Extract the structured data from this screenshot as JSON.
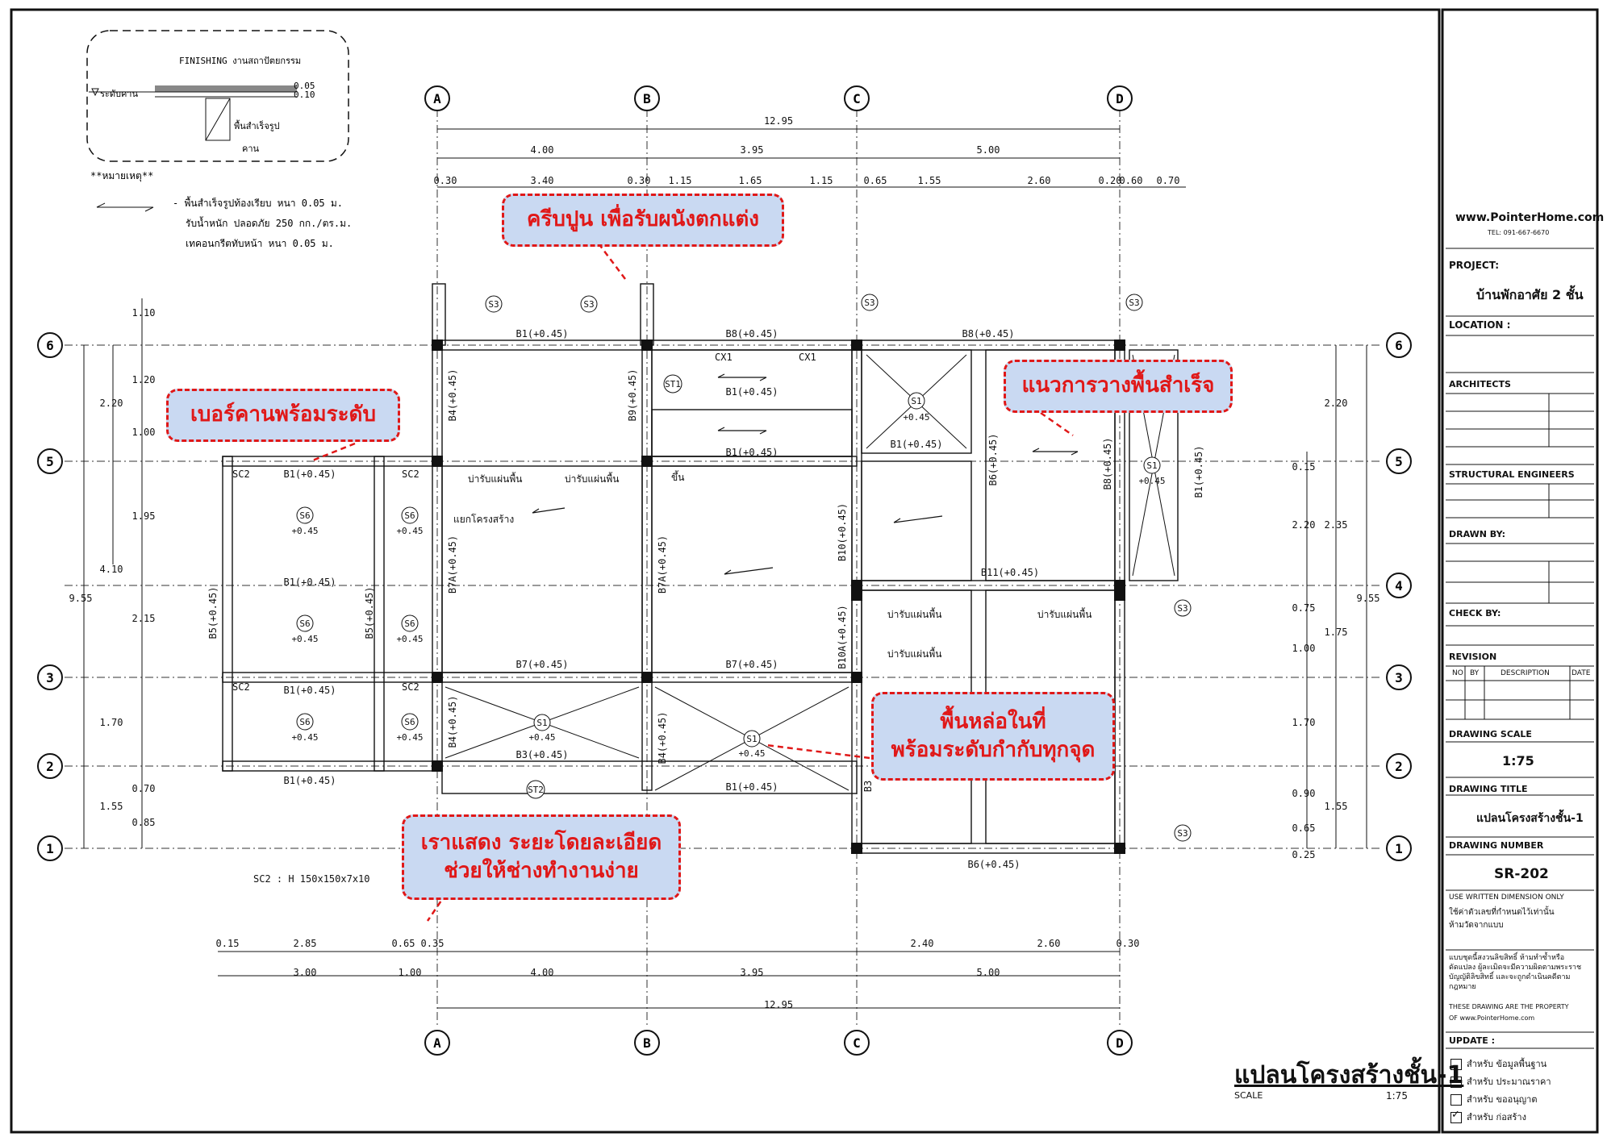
{
  "plan": {
    "title": "แปลนโครงสร้างชั้น-1",
    "scale_label": "SCALE",
    "scale_value": "1:75",
    "section_finishing": "FINISHING งานสถาปัตยกรรม",
    "section_level": "ระดับคาน",
    "section_precast": "พื้นสำเร็จรูป",
    "section_beam": "คาน",
    "section_dim1": "0.05",
    "section_dim2": "0.10",
    "remark_title": "**หมายเหตุ**",
    "remark_lines": [
      "- พื้นสำเร็จรูปท้องเรียบ หนา 0.05 ม.",
      "รับน้ำหนัก ปลอดภัย 250 กก./ตร.ม.",
      "เทคอนกรีตทับหน้า หนา 0.05 ม."
    ],
    "sc2_spec": "SC2 : H 150x150x7x10",
    "grid_cols": [
      "A",
      "B",
      "C",
      "D"
    ],
    "grid_rows": [
      "6",
      "5",
      "4",
      "3",
      "2",
      "1"
    ],
    "dim_total": "12.95",
    "dim_top_bays": [
      "4.00",
      "3.95",
      "5.00"
    ],
    "dim_top_sub": [
      "0.30",
      "3.40",
      "0.30",
      "1.15",
      "1.65",
      "1.15",
      "0.65",
      "1.55",
      "2.60",
      "0.20",
      "0.60",
      "0.70"
    ],
    "dim_bot_bays": [
      "3.00",
      "1.00",
      "4.00",
      "3.95",
      "5.00"
    ],
    "dim_bot_sub": [
      "0.15",
      "2.85",
      "0.65",
      "0.35",
      "2.40",
      "2.60",
      "0.30"
    ],
    "dim_left_outer": "9.55",
    "dim_left_mid": [
      "2.20",
      "4.10"
    ],
    "dim_left_inner": [
      "1.10",
      "1.20",
      "1.00",
      "1.95",
      "2.15",
      "1.70",
      "0.70",
      "1.55",
      "0.85"
    ],
    "dim_right_outer": "9.55",
    "dim_right_inner": [
      "2.20",
      "0.15",
      "2.20",
      "2.35",
      "0.75",
      "1.75",
      "1.00",
      "1.70",
      "0.90",
      "1.55",
      "0.65",
      "0.25"
    ],
    "beams": [
      "B1(+0.45)",
      "B8(+0.45)",
      "B8(+0.45)",
      "B1(+0.45)",
      "B1(+0.45)",
      "B1(+0.45)",
      "B1(+0.45)",
      "B1(+0.45)",
      "B11(+0.45)",
      "B7(+0.45)",
      "B7(+0.45)",
      "B3(+0.45)",
      "B1(+0.45)",
      "B1(+0.45)",
      "B6(+0.45)",
      "B1(+0.45)"
    ],
    "beams_vertical": [
      "B4(+0.45)",
      "B9(+0.45)",
      "B7A(+0.45)",
      "B7A(+0.45)",
      "B10(+0.45)",
      "B10A(+0.45)",
      "B6(+0.45)",
      "B8(+0.45)",
      "B1(+0.45)",
      "B5(+0.45)",
      "B5(+0.45)",
      "B4(+0.45)",
      "B4(+0.45)",
      "B3"
    ],
    "slab_tags": [
      "S1",
      "S3",
      "S6",
      "ST1",
      "ST2"
    ],
    "slab_level": "+0.45",
    "misc_labels": {
      "sc2": "SC2",
      "cx1": "CX1",
      "ledge": "บ่ารับแผ่นพื้น",
      "separate": "แยกโครงสร้าง",
      "up": "ขึ้น"
    }
  },
  "notes": [
    {
      "id": "plaster-ledge",
      "text": "ครีบปูน เพื่อรับผนังตกแต่ง"
    },
    {
      "id": "beam-number",
      "text": "เบอร์คานพร้อมระดับ"
    },
    {
      "id": "slab-direction",
      "text": "แนวการวางพื้นสำเร็จ"
    },
    {
      "id": "cast-slab",
      "text": "พื้นหล่อในที่\nพร้อมระดับกำกับทุกจุด"
    },
    {
      "id": "detailed-dims",
      "text": "เราแสดง ระยะโดยละเอียด\nช่วยให้ช่างทำงานง่าย"
    }
  ],
  "title_block": {
    "website": "www.PointerHome.com",
    "tel": "TEL: 091-667-6670",
    "project_label": "PROJECT:",
    "project_name": "บ้านพักอาศัย 2 ชั้น",
    "location_label": "LOCATION :",
    "architects_label": "ARCHITECTS",
    "structural_label": "STRUCTURAL ENGINEERS",
    "drawn_label": "DRAWN BY:",
    "check_label": "CHECK BY:",
    "revision_label": "REVISION",
    "revision_cols": [
      "NO",
      "BY",
      "DESCRIPTION",
      "DATE"
    ],
    "scale_label": "DRAWING SCALE",
    "scale_value": "1:75",
    "title_label": "DRAWING TITLE",
    "title_value": "แปลนโครงสร้างชั้น-1",
    "number_label": "DRAWING NUMBER",
    "number_value": "SR-202",
    "written_1": "USE WRITTEN DIMENSION ONLY",
    "written_2": "ใช้ค่าตัวเลขที่กำหนดไว้เท่านั้น",
    "written_3": "ห้ามวัดจากแบบ",
    "copyright_th": "แบบชุดนี้สงวนลิขสิทธิ์ ห้ามทำซ้ำหรือดัดแปลง ผู้ละเมิดจะมีความผิดตามพระราชบัญญัติลิขสิทธิ์ และจะถูกดำเนินคดีตามกฎหมาย",
    "copyright_en_1": "THESE DRAWING ARE THE PROPERTY",
    "copyright_en_2": "OF www.PointerHome.com",
    "update_label": "UPDATE :",
    "updates": [
      {
        "label": "สำหรับ ข้อมูลพื้นฐาน",
        "checked": false
      },
      {
        "label": "สำหรับ ประมาณราคา",
        "checked": false
      },
      {
        "label": "สำหรับ ขออนุญาต",
        "checked": false
      },
      {
        "label": "สำหรับ ก่อสร้าง",
        "checked": true
      }
    ]
  }
}
